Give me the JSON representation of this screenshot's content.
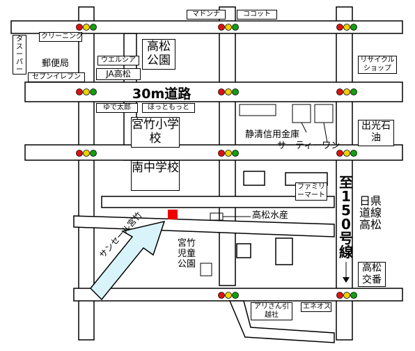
{
  "map_labels": {
    "top_store_1": "マドンナ",
    "top_store_2": "ココット",
    "cleaning": "クリーニング",
    "taxi_pool": "タスーパー",
    "post_office": "郵便局",
    "seven_eleven": "セブンイレブン",
    "welcia": "ウエルシア",
    "ja": "JA高松",
    "park": "高松公園",
    "recycle": "リサイクルショップ",
    "road_30m": "30m道路",
    "yudetaro": "ゆで太郎",
    "hottomotto": "ほっともっと",
    "elementary_school": "宮竹小学校",
    "shinkin": "静清信用金庫",
    "circle_k": "サーティーワン",
    "gas": "出光石油",
    "junior_high": "南中学校",
    "family_mart": "ファミリーマート",
    "route_150": "至150号線",
    "prefectural_road": "日県道線高松",
    "suisan": "高松水産",
    "children_park": "宮竹児童公園",
    "koban": "高松交番",
    "destination": "サンセール宮竹",
    "moving": "アリさん引越社",
    "eneos": "エネオス"
  },
  "colors": {
    "road_outline": "#000000",
    "light_red": "#e01010",
    "light_yellow": "#f0d000",
    "light_green": "#10a010",
    "destination_marker": "#ee0000",
    "arrow_fill": "#d8f4fa"
  }
}
